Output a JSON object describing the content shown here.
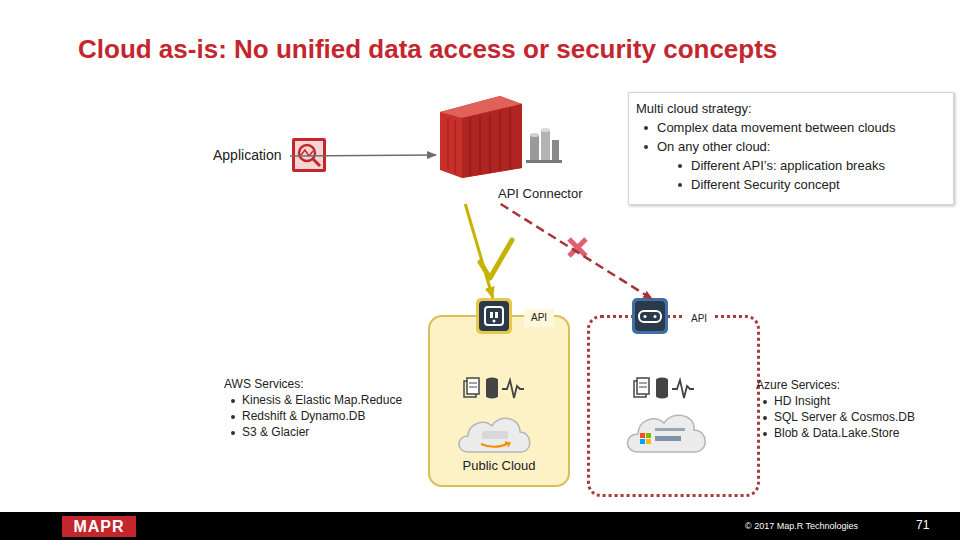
{
  "diagram": {
    "title": "Cloud as-is: No unified data access or security concepts",
    "nodes": [
      {
        "text": [
          "Application"
        ]
      },
      {
        "text": [
          "API Connector"
        ]
      },
      {
        "text": [
          "AWS Services:",
          "Kinesis & Elastic Map.Reduce",
          "Redshift & Dynamo.DB",
          "S3 & Glacier",
          "Public Cloud"
        ]
      },
      {
        "text": [
          "API"
        ],
        "in": 2
      },
      {
        "text": [
          "Azure Services:",
          "HD Insight",
          "SQL Server & Cosmos.DB",
          "Blob & Data.Lake.Store"
        ]
      },
      {
        "text": [
          "API"
        ],
        "in": 4
      }
    ],
    "edges": [
      {
        "from": 0,
        "to": 1,
        "arrow": "to"
      },
      {
        "from": 1,
        "to": 3,
        "arrow": "to"
      },
      {
        "from": 1,
        "to": 5,
        "arrow": "to"
      }
    ],
    "labels": [
      "Multi cloud strategy:",
      "Complex data movement between clouds",
      "On any other cloud:",
      "Different API’s: application breaks",
      "Different Security concept",
      "MAPR",
      "© 2017 Map.R Technologies",
      "71"
    ]
  }
}
